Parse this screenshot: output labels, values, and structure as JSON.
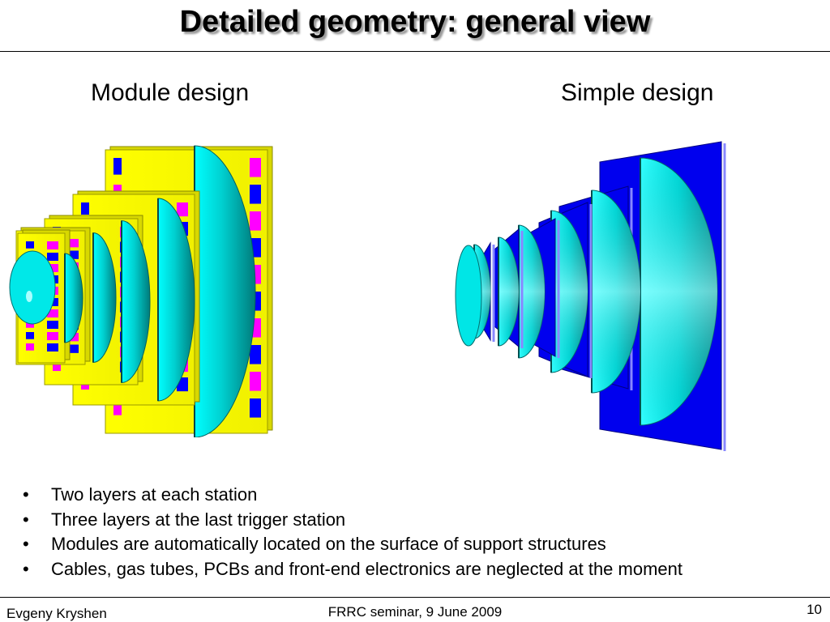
{
  "slide": {
    "title": "Detailed geometry: general view",
    "left_caption": "Module design",
    "right_caption": "Simple design",
    "bullets": [
      "Two layers at each station",
      "Three layers at the last trigger station",
      "Modules are automatically located on the surface of support structures",
      "Cables, gas tubes, PCBs and front-end electronics are neglected at the moment"
    ]
  },
  "footer": {
    "author": "Evgeny Kryshen",
    "event": "FRRC seminar, 9 June 2009",
    "page": "10"
  },
  "colors": {
    "support_plate": "#ffff00",
    "module_magenta": "#ff00ff",
    "module_blue": "#0000ff",
    "disk_cyan": "#00e6e6",
    "disk_dark": "#008b8b",
    "panel_blue": "#0000ee"
  }
}
